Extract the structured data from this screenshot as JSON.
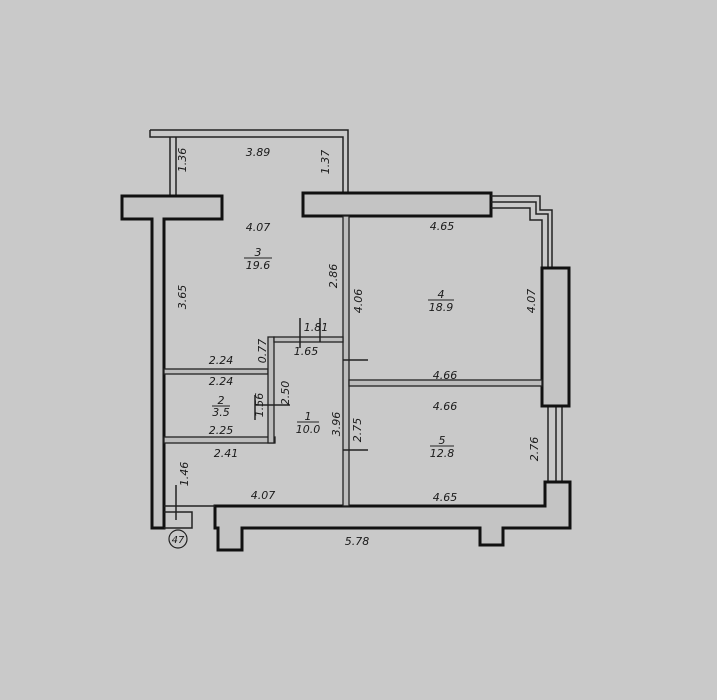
{
  "plan": {
    "rooms": [
      {
        "number": "1",
        "area": "10.0"
      },
      {
        "number": "2",
        "area": "3.5"
      },
      {
        "number": "3",
        "area": "19.6"
      },
      {
        "number": "4",
        "area": "18.9"
      },
      {
        "number": "5",
        "area": "12.8"
      }
    ],
    "dimensions": {
      "balcony_width": "3.89",
      "balcony_left_depth": "1.36",
      "balcony_right_depth": "1.37",
      "room3_width": "4.07",
      "room3_left": "3.65",
      "room3_right": "2.86",
      "room4_top": "4.65",
      "room4_left": "4.06",
      "room4_right": "4.07",
      "room4_bottom": "4.66",
      "room5_top": "4.66",
      "room5_bottom": "4.65",
      "room5_right": "2.76",
      "room5_left": "2.75",
      "corridor_top_outer": "1.81",
      "corridor_top_inner": "1.65",
      "corridor_notch": "0.77",
      "room2_top_outer": "2.24",
      "room2_top_inner": "2.24",
      "room2_bottom": "2.25",
      "room2_depth": "1.56",
      "corridor_left": "2.50",
      "corridor_right": "3.96",
      "hall_width": "2.41",
      "hall_depth": "1.46",
      "hall_bottom": "4.07",
      "outer_bottom": "5.78"
    },
    "axis_marker": "47"
  }
}
